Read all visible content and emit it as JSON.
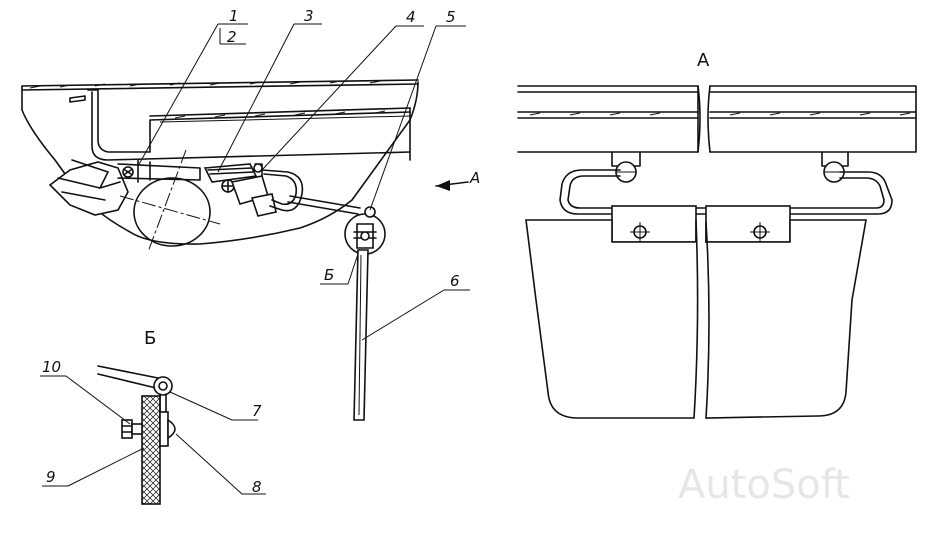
{
  "callouts": [
    "1",
    "2",
    "3",
    "4",
    "5",
    "6",
    "7",
    "8",
    "9",
    "10"
  ],
  "views": {
    "view_a": "А",
    "view_b": "Б",
    "arrow_a": "А",
    "detail_b": "Б"
  },
  "watermark": "AutoSoft"
}
